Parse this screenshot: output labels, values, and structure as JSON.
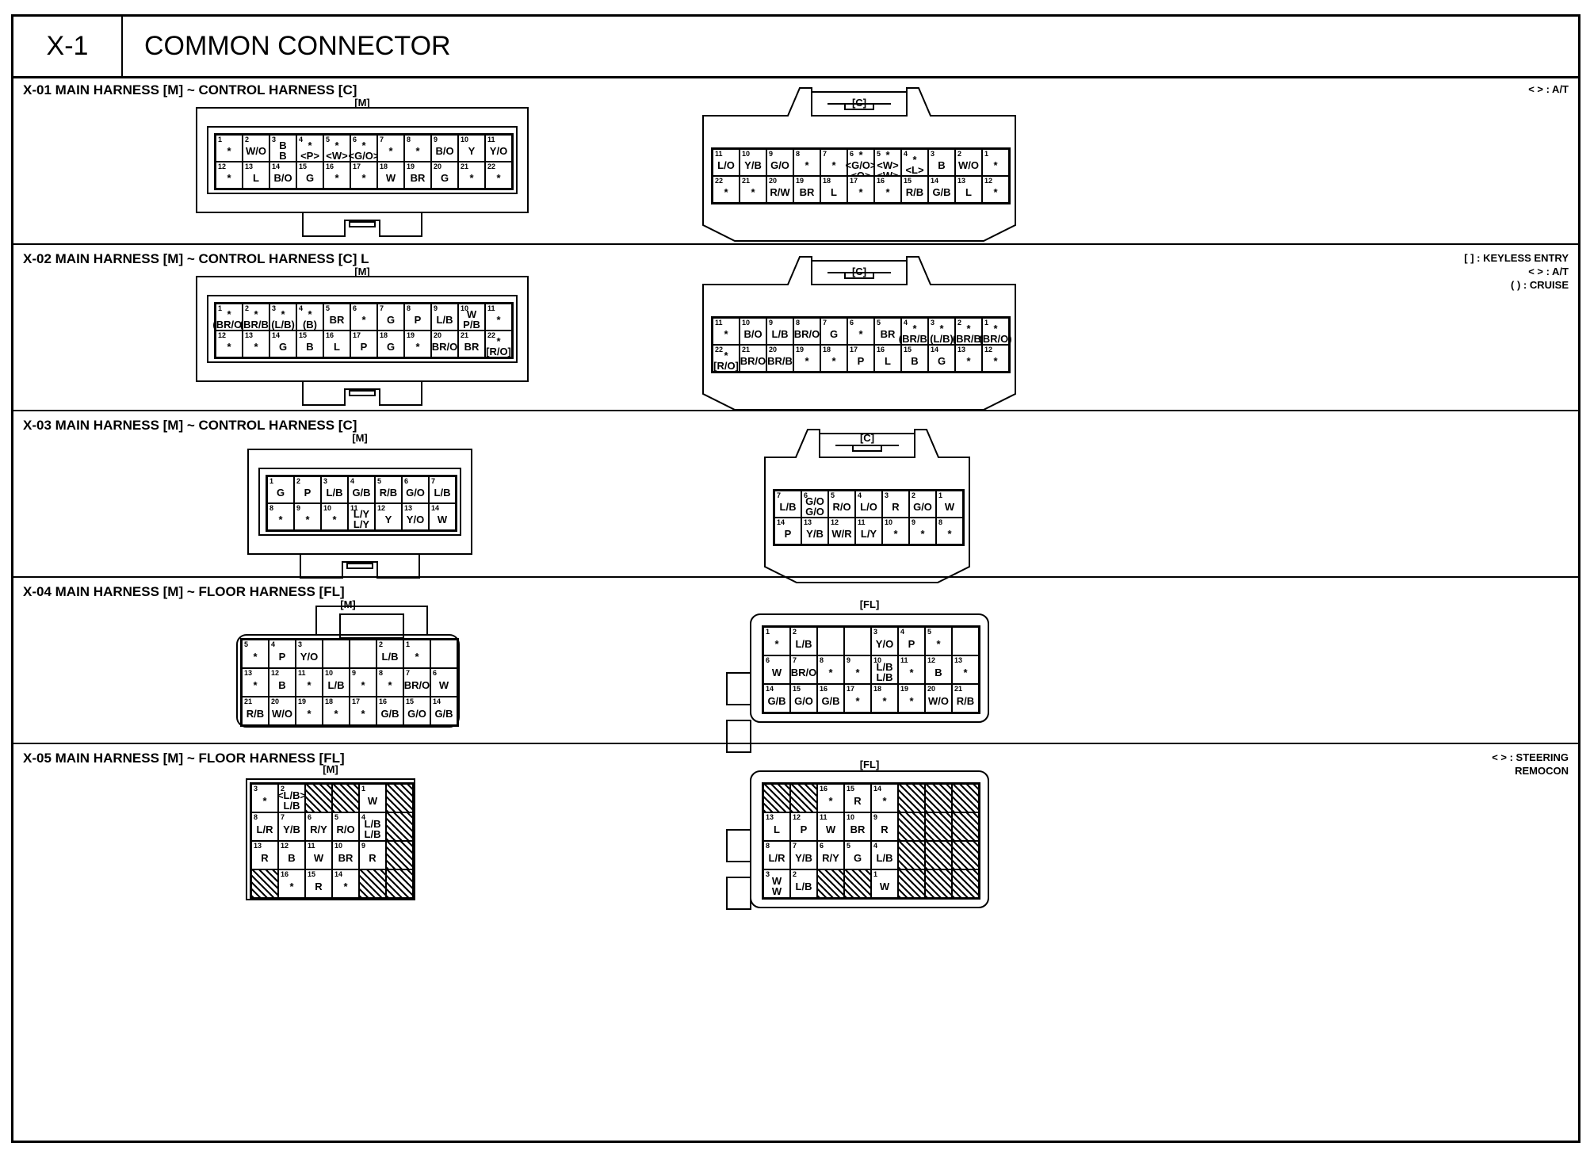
{
  "doc": {
    "code": "X-1",
    "title": "COMMON CONNECTOR"
  },
  "sections": [
    {
      "id": "x01",
      "title": "X-01 MAIN HARNESS [M] ~ CONTROL HARNESS [C]",
      "legend": [
        "< > : A/T"
      ],
      "connectors": [
        {
          "label": "[M]",
          "cols": 11,
          "pins": [
            [
              "1",
              "*"
            ],
            [
              "2",
              "W/O"
            ],
            [
              "3",
              "B\nB"
            ],
            [
              "4",
              "*\n<P>"
            ],
            [
              "5",
              "*\n<W>"
            ],
            [
              "6",
              "*\n<G/O>"
            ],
            [
              "7",
              "*"
            ],
            [
              "8",
              "*"
            ],
            [
              "9",
              "B/O"
            ],
            [
              "10",
              "Y"
            ],
            [
              "11",
              "Y/O"
            ],
            [
              "12",
              "*"
            ],
            [
              "13",
              "L"
            ],
            [
              "14",
              "B/O"
            ],
            [
              "15",
              "G"
            ],
            [
              "16",
              "*"
            ],
            [
              "17",
              "*"
            ],
            [
              "18",
              "W"
            ],
            [
              "19",
              "BR"
            ],
            [
              "20",
              "G"
            ],
            [
              "21",
              "*"
            ],
            [
              "22",
              "*"
            ]
          ]
        },
        {
          "label": "[C]",
          "cols": 11,
          "pins": [
            [
              "11",
              "L/O"
            ],
            [
              "10",
              "Y/B"
            ],
            [
              "9",
              "G/O"
            ],
            [
              "8",
              "*"
            ],
            [
              "7",
              "*"
            ],
            [
              "6",
              "*\n<G/O>\n<O>"
            ],
            [
              "5",
              "*\n<W>\n<W>"
            ],
            [
              "4",
              "*\n<L>"
            ],
            [
              "3",
              "B"
            ],
            [
              "2",
              "W/O"
            ],
            [
              "1",
              "*"
            ],
            [
              "22",
              "*"
            ],
            [
              "21",
              "*"
            ],
            [
              "20",
              "R/W"
            ],
            [
              "19",
              "BR"
            ],
            [
              "18",
              "L"
            ],
            [
              "17",
              "*"
            ],
            [
              "16",
              "*"
            ],
            [
              "15",
              "R/B"
            ],
            [
              "14",
              "G/B"
            ],
            [
              "13",
              "L"
            ],
            [
              "12",
              "*"
            ]
          ]
        }
      ]
    },
    {
      "id": "x02",
      "title": "X-02 MAIN HARNESS [M] ~ CONTROL HARNESS [C] L",
      "legend": [
        "[  ] : KEYLESS ENTRY",
        "< > : A/T",
        "(  ) : CRUISE"
      ],
      "connectors": [
        {
          "label": "[M]",
          "cols": 11,
          "pins": [
            [
              "1",
              "*\n(BR/O)"
            ],
            [
              "2",
              "*\n(BR/B)"
            ],
            [
              "3",
              "*\n(L/B)"
            ],
            [
              "4",
              "*\n(B)"
            ],
            [
              "5",
              "BR"
            ],
            [
              "6",
              "*"
            ],
            [
              "7",
              "G"
            ],
            [
              "8",
              "P"
            ],
            [
              "9",
              "L/B"
            ],
            [
              "10",
              "W\nP/B"
            ],
            [
              "11",
              "*"
            ],
            [
              "12",
              "*"
            ],
            [
              "13",
              "*"
            ],
            [
              "14",
              "G"
            ],
            [
              "15",
              "B"
            ],
            [
              "16",
              "L"
            ],
            [
              "17",
              "P"
            ],
            [
              "18",
              "G"
            ],
            [
              "19",
              "*"
            ],
            [
              "20",
              "BR/O"
            ],
            [
              "21",
              "BR"
            ],
            [
              "22",
              "*\n[R/O]"
            ]
          ]
        },
        {
          "label": "[C]",
          "cols": 11,
          "pins": [
            [
              "11",
              "*"
            ],
            [
              "10",
              "B/O"
            ],
            [
              "9",
              "L/B"
            ],
            [
              "8",
              "BR/O"
            ],
            [
              "7",
              "G"
            ],
            [
              "6",
              "*"
            ],
            [
              "5",
              "BR"
            ],
            [
              "4",
              "*\n(BR/B)"
            ],
            [
              "3",
              "*\n(L/B)"
            ],
            [
              "2",
              "*\n(BR/B)"
            ],
            [
              "1",
              "*\n(BR/O)"
            ],
            [
              "22",
              "*\n[R/O]"
            ],
            [
              "21",
              "BR/O"
            ],
            [
              "20",
              "BR/B"
            ],
            [
              "19",
              "*"
            ],
            [
              "18",
              "*"
            ],
            [
              "17",
              "P"
            ],
            [
              "16",
              "L"
            ],
            [
              "15",
              "B"
            ],
            [
              "14",
              "G"
            ],
            [
              "13",
              "*"
            ],
            [
              "12",
              "*"
            ]
          ]
        }
      ]
    },
    {
      "id": "x03",
      "title": "X-03 MAIN HARNESS [M] ~ CONTROL HARNESS [C]",
      "legend": [],
      "connectors": [
        {
          "label": "[M]",
          "cols": 7,
          "pins": [
            [
              "1",
              "G"
            ],
            [
              "2",
              "P"
            ],
            [
              "3",
              "L/B"
            ],
            [
              "4",
              "G/B"
            ],
            [
              "5",
              "R/B"
            ],
            [
              "6",
              "G/O"
            ],
            [
              "7",
              "L/B"
            ],
            [
              "8",
              "*"
            ],
            [
              "9",
              "*"
            ],
            [
              "10",
              "*"
            ],
            [
              "11",
              "L/Y\nL/Y"
            ],
            [
              "12",
              "Y"
            ],
            [
              "13",
              "Y/O"
            ],
            [
              "14",
              "W"
            ]
          ]
        },
        {
          "label": "[C]",
          "cols": 7,
          "pins": [
            [
              "7",
              "L/B"
            ],
            [
              "6",
              "G/O\nG/O"
            ],
            [
              "5",
              "R/O"
            ],
            [
              "4",
              "L/O"
            ],
            [
              "3",
              "R"
            ],
            [
              "2",
              "G/O"
            ],
            [
              "1",
              "W"
            ],
            [
              "14",
              "P"
            ],
            [
              "13",
              "Y/B"
            ],
            [
              "12",
              "W/R"
            ],
            [
              "11",
              "L/Y"
            ],
            [
              "10",
              "*"
            ],
            [
              "9",
              "*"
            ],
            [
              "8",
              "*"
            ]
          ]
        }
      ]
    },
    {
      "id": "x04",
      "title": "X-04 MAIN HARNESS [M] ~ FLOOR HARNESS [FL]",
      "legend": [],
      "connectors": [
        {
          "label": "[M]",
          "cols": 8,
          "pins": [
            [
              "5",
              "*"
            ],
            [
              "4",
              "P"
            ],
            [
              "3",
              "Y/O"
            ],
            [
              "",
              ""
            ],
            [
              "",
              ""
            ],
            [
              "2",
              "L/B"
            ],
            [
              "1",
              "*"
            ],
            [
              "",
              ""
            ],
            [
              "13",
              "*"
            ],
            [
              "12",
              "B"
            ],
            [
              "11",
              "*"
            ],
            [
              "10",
              "L/B"
            ],
            [
              "9",
              "*"
            ],
            [
              "8",
              "*"
            ],
            [
              "7",
              "BR/O"
            ],
            [
              "6",
              "W"
            ],
            [
              "21",
              "R/B"
            ],
            [
              "20",
              "W/O"
            ],
            [
              "19",
              "*"
            ],
            [
              "18",
              "*"
            ],
            [
              "17",
              "*"
            ],
            [
              "16",
              "G/B"
            ],
            [
              "15",
              "G/O"
            ],
            [
              "14",
              "G/B"
            ]
          ]
        },
        {
          "label": "[FL]",
          "cols": 8,
          "pins": [
            [
              "1",
              "*"
            ],
            [
              "2",
              "L/B"
            ],
            [
              "",
              ""
            ],
            [
              "",
              ""
            ],
            [
              "3",
              "Y/O"
            ],
            [
              "4",
              "P"
            ],
            [
              "5",
              "*"
            ],
            [
              "",
              ""
            ],
            [
              "6",
              "W"
            ],
            [
              "7",
              "BR/O"
            ],
            [
              "8",
              "*"
            ],
            [
              "9",
              "*"
            ],
            [
              "10",
              "L/B\nL/B"
            ],
            [
              "11",
              "*"
            ],
            [
              "12",
              "B"
            ],
            [
              "13",
              "*"
            ],
            [
              "14",
              "G/B"
            ],
            [
              "15",
              "G/O"
            ],
            [
              "16",
              "G/B"
            ],
            [
              "17",
              "*"
            ],
            [
              "18",
              "*"
            ],
            [
              "19",
              "*"
            ],
            [
              "20",
              "W/O"
            ],
            [
              "21",
              "R/B"
            ]
          ]
        }
      ]
    },
    {
      "id": "x05",
      "title": "X-05 MAIN HARNESS [M] ~ FLOOR HARNESS [FL]",
      "legend": [
        "< > : STEERING",
        "REMOCON"
      ],
      "connectors": [
        {
          "label": "[M]",
          "cols": 6,
          "pins": [
            [
              "3",
              "*"
            ],
            [
              "2",
              "<L/B>\nL/B"
            ],
            [
              "",
              ""
            ],
            [
              "",
              ""
            ],
            [
              "1",
              "W"
            ],
            [
              "",
              ""
            ],
            [
              "8",
              "L/R"
            ],
            [
              "7",
              "Y/B"
            ],
            [
              "6",
              "R/Y"
            ],
            [
              "5",
              "R/O"
            ],
            [
              "4",
              "L/B\nL/B"
            ],
            [
              "",
              ""
            ],
            [
              "13",
              "R"
            ],
            [
              "12",
              "B"
            ],
            [
              "11",
              "W"
            ],
            [
              "10",
              "BR"
            ],
            [
              "9",
              "R"
            ],
            [
              "",
              ""
            ],
            [
              "",
              ""
            ],
            [
              "16",
              "*"
            ],
            [
              "15",
              "R"
            ],
            [
              "14",
              "*"
            ],
            [
              "",
              ""
            ],
            [
              "",
              ""
            ]
          ]
        },
        {
          "label": "[FL]",
          "cols": 8,
          "pins": [
            [
              "",
              ""
            ],
            [
              "",
              ""
            ],
            [
              "16",
              "*"
            ],
            [
              "15",
              "R"
            ],
            [
              "14",
              "*"
            ],
            [
              "",
              ""
            ],
            [
              "",
              ""
            ],
            [
              "",
              ""
            ],
            [
              "13",
              "L"
            ],
            [
              "12",
              "P"
            ],
            [
              "11",
              "W"
            ],
            [
              "10",
              "BR"
            ],
            [
              "9",
              "R"
            ],
            [
              "",
              ""
            ],
            [
              "",
              ""
            ],
            [
              "",
              ""
            ],
            [
              "8",
              "L/R"
            ],
            [
              "7",
              "Y/B"
            ],
            [
              "6",
              "R/Y"
            ],
            [
              "5",
              "G"
            ],
            [
              "4",
              "L/B"
            ],
            [
              "",
              ""
            ],
            [
              "",
              ""
            ],
            [
              "",
              ""
            ],
            [
              "3",
              "W\nW"
            ],
            [
              "2",
              "L/B"
            ],
            [
              "",
              ""
            ],
            [
              "",
              ""
            ],
            [
              "1",
              "W"
            ],
            [
              "",
              ""
            ],
            [
              "",
              ""
            ],
            [
              "",
              ""
            ]
          ]
        }
      ]
    }
  ]
}
